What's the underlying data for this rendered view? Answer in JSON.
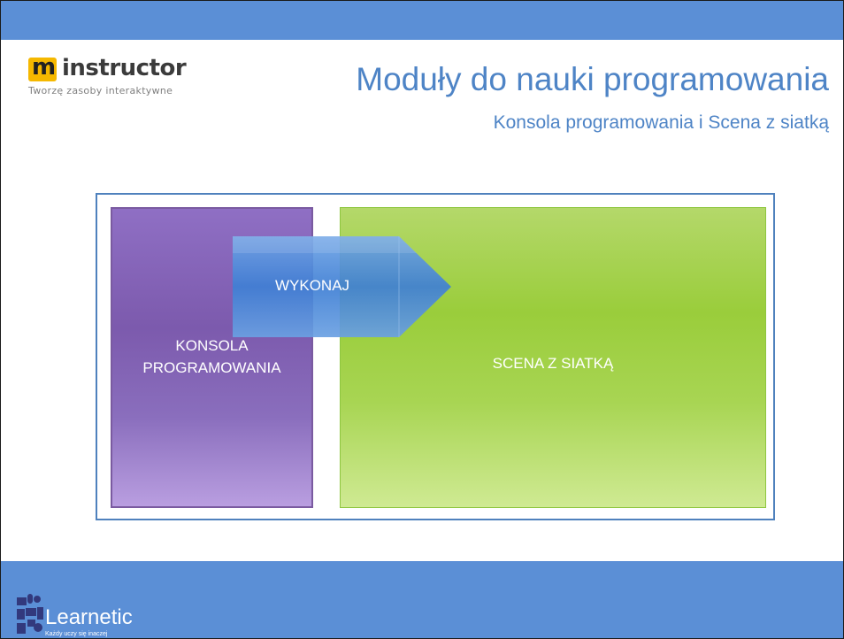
{
  "header": {
    "logo_initial": "m",
    "logo_name": "instructor",
    "logo_tagline": "Tworzę zasoby interaktywne",
    "title": "Moduły do nauki programowania",
    "subtitle": "Konsola programowania i Scena z siatką"
  },
  "diagram": {
    "console_label_line1": "KONSOLA",
    "console_label_line2": "PROGRAMOWANIA",
    "arrow_label": "WYKONAJ",
    "scene_label": "SCENA Z SIATKĄ"
  },
  "footer": {
    "brand": "Learnetic",
    "tagline": "Każdy uczy się inaczej"
  },
  "colors": {
    "band": "#5b8fd6",
    "title": "#4e84c6",
    "console": "#7c5aad",
    "scene": "#9acd3b",
    "arrow": "#4f86d6",
    "logo_accent": "#f5b800"
  }
}
